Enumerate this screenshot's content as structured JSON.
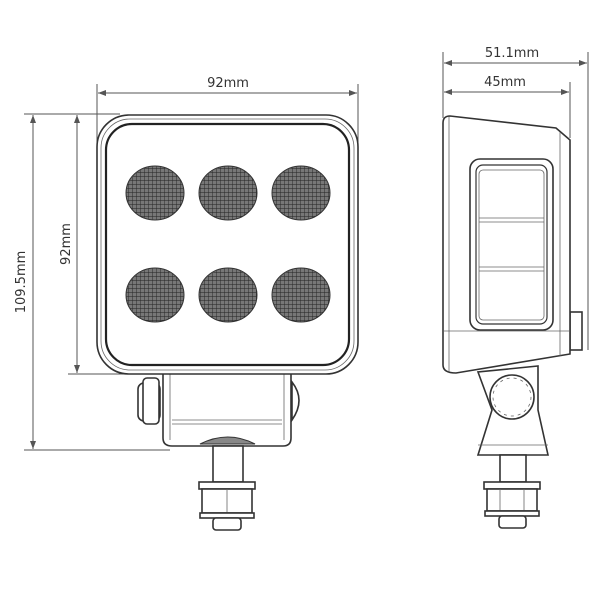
{
  "front_view": {
    "width_label": "92mm",
    "height_label": "92mm",
    "total_height_label": "109.5mm",
    "led_count": 6
  },
  "side_view": {
    "total_depth_label": "51.1mm",
    "body_depth_label": "45mm"
  },
  "colors": {
    "line": "#333333",
    "led_fill": "#555555"
  }
}
